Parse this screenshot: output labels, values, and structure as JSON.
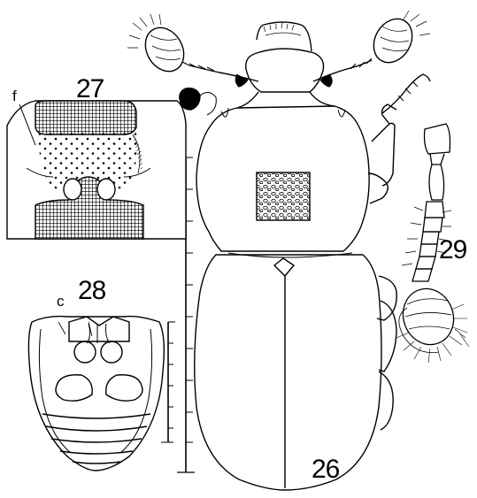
{
  "figures": {
    "fig26": {
      "label": "26"
    },
    "fig27": {
      "label": "27",
      "callout": "f"
    },
    "fig28": {
      "label": "28",
      "callout": "c"
    },
    "fig29": {
      "label": "29"
    }
  }
}
